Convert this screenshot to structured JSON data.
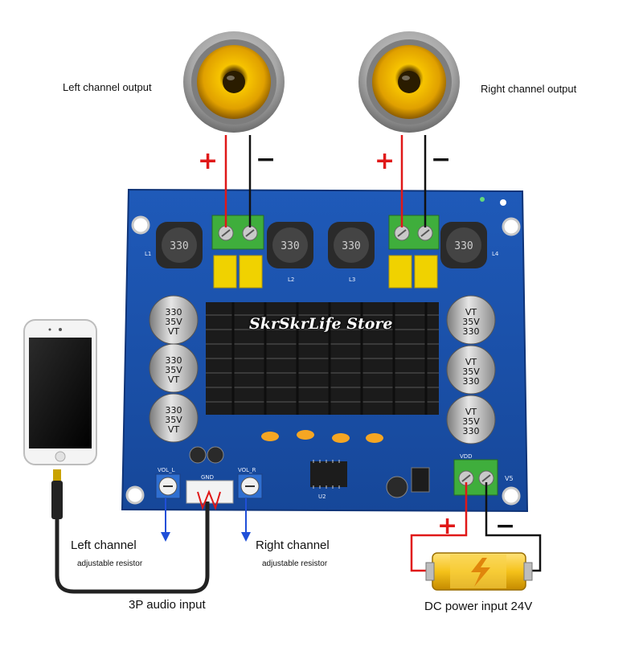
{
  "labels": {
    "left_output": "Left channel output",
    "right_output": "Right channel output",
    "left_adjust_title": "Left channel",
    "left_adjust_sub": "adjustable resistor",
    "right_adjust_title": "Right channel",
    "right_adjust_sub": "adjustable resistor",
    "audio_input": "3P audio input",
    "dc_input": "DC power input 24V"
  },
  "watermark": "SkrSkrLife Store",
  "polarity": {
    "plus": "+",
    "minus": "−"
  },
  "board": {
    "capacitor_markings": [
      "330",
      "35V",
      "VT"
    ],
    "inductor_marking": "330",
    "silkscreen": {
      "vol_l": "VOL_L",
      "vol_r": "VOL_R",
      "gnd": "GND",
      "vdd": "VDD",
      "l1": "L1",
      "l2": "L2",
      "l3": "L3",
      "l4": "L4",
      "v5": "V5",
      "u2": "U2"
    }
  },
  "colors": {
    "board": "#1a4fa8",
    "wire_positive": "#e01818",
    "wire_negative": "#111111",
    "terminal": "#3fae3c",
    "heatsink": "#1b1b1b",
    "speaker_cone": "#f2b400",
    "battery": "#f5c21a"
  },
  "icons": [
    "speaker-icon",
    "phone-icon",
    "audio-jack-icon",
    "battery-icon"
  ]
}
